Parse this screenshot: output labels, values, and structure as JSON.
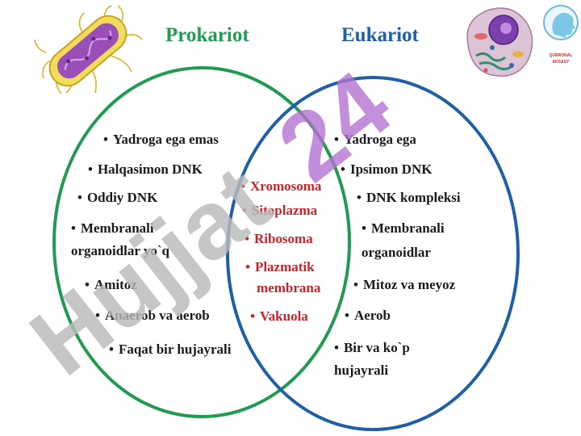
{
  "colors": {
    "prokaryote": "#219a52",
    "eukaryote": "#1e5fa8",
    "shared_text": "#c8222b",
    "text": "#1a1a1a",
    "watermark": "#b9b9b9",
    "watermark_accent": "#b46fd0"
  },
  "titles": {
    "prokaryote": "Prokariot",
    "eukaryote": "Eukariot"
  },
  "prokaryote_items": [
    "Yadroga ega emas",
    "Halqasimon DNK",
    "Oddiy DNK",
    "Membranali",
    "organoidlar yo`q",
    "Amitoz",
    "Anaerob va aerob",
    "Faqat bir hujayrali"
  ],
  "shared_items": [
    "Xromosoma",
    "Sitoplazma",
    "Ribosoma",
    "Plazmatik",
    "membrana",
    "Vakuola"
  ],
  "eukaryote_items": [
    "Yadroga ega",
    "Ipsimon DNK",
    "DNK kompleksi",
    "Membranali",
    "organoidlar",
    "Mitoz va meyoz",
    "Aerob",
    "Bir va ko`p",
    "hujayrali"
  ],
  "bullet": "•",
  "watermark": {
    "main": "Hujjat",
    "accent": "24"
  },
  "logo": {
    "line1": "QURRONAL",
    "line2": "EKSASY"
  },
  "icons": {
    "bacterium": "bacterium-illustration",
    "eukaryotic_cell": "eukaryotic-cell-illustration",
    "logo": "head-profile-logo"
  }
}
